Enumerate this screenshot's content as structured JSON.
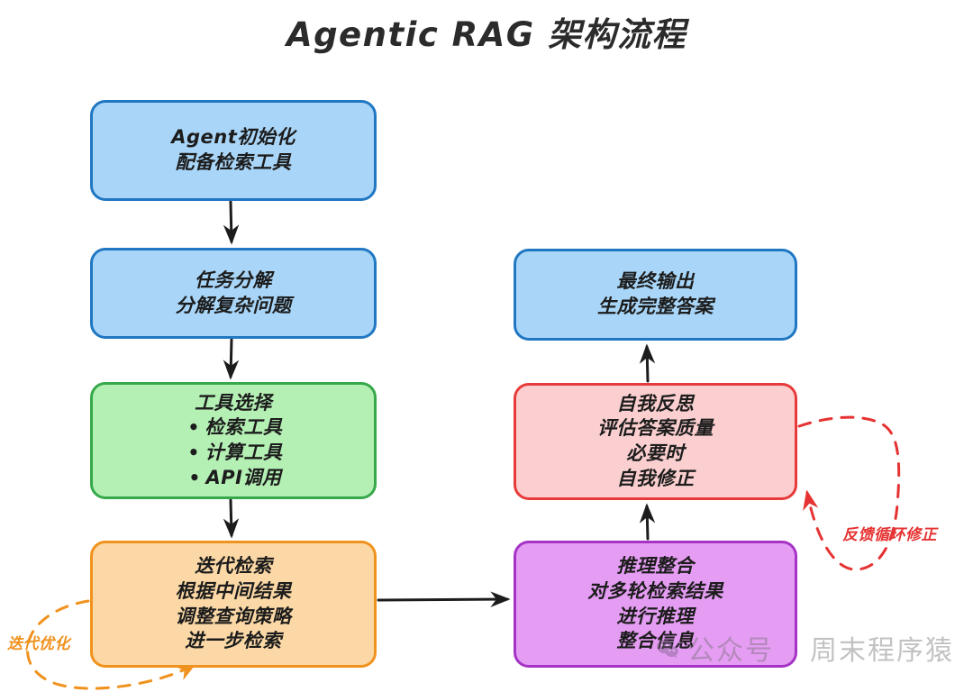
{
  "title": "Agentic RAG 架构流程",
  "nodes": {
    "agent_init": {
      "name": "Agent初始化",
      "lines": [
        "Agent初始化",
        "配备检索工具"
      ],
      "color": "#a9d6f8",
      "border": "#2077c2"
    },
    "task_decomp": {
      "name": "任务分解",
      "lines": [
        "任务分解",
        "分解复杂问题"
      ],
      "color": "#a9d6f8",
      "border": "#2077c2"
    },
    "tool_select": {
      "name": "工具选择",
      "heading": "工具选择",
      "bullets": [
        "检索工具",
        "计算工具",
        "API调用"
      ],
      "color": "#b4efb4",
      "border": "#36a94a"
    },
    "iter_retrieve": {
      "name": "迭代检索",
      "lines": [
        "迭代检索",
        "根据中间结果",
        "调整查询策略",
        "进一步检索"
      ],
      "color": "#fbd8a5",
      "border": "#f0921e"
    },
    "final_output": {
      "name": "最终输出",
      "lines": [
        "最终输出",
        "生成完整答案"
      ],
      "color": "#a9d6f8",
      "border": "#2077c2"
    },
    "self_reflect": {
      "name": "自我反思",
      "lines": [
        "自我反思",
        "评估答案质量",
        "必要时",
        "自我修正"
      ],
      "color": "#fbcfcf",
      "border": "#e73b3b"
    },
    "reason_merge": {
      "name": "推理整合",
      "lines": [
        "推理整合",
        "对多轮检索结果",
        "进行推理",
        "整合信息"
      ],
      "color": "#e59cf3",
      "border": "#a534c6"
    }
  },
  "edge_labels": {
    "feedback_loop": "反馈循环修正",
    "iterative_optimization": "迭代优化"
  },
  "watermark": {
    "prefix": "公众号",
    "account": "周末程序猿"
  },
  "colors": {
    "arrow": "#1c1c1c",
    "feedback_dash": "#e63232",
    "iteration_dash": "#f0921e",
    "background": "#ffffff"
  },
  "chart_data": {
    "type": "flowchart",
    "title": "Agentic RAG 架构流程",
    "nodes": [
      {
        "id": "agent_init",
        "label": "Agent初始化 / 配备检索工具",
        "column": "left",
        "fill": "#a9d6f8"
      },
      {
        "id": "task_decomp",
        "label": "任务分解 / 分解复杂问题",
        "column": "left",
        "fill": "#a9d6f8"
      },
      {
        "id": "tool_select",
        "label": "工具选择 / 检索工具 / 计算工具 / API调用",
        "column": "left",
        "fill": "#b4efb4"
      },
      {
        "id": "iter_retrieve",
        "label": "迭代检索 / 根据中间结果 / 调整查询策略 / 进一步检索",
        "column": "left",
        "fill": "#fbd8a5"
      },
      {
        "id": "reason_merge",
        "label": "推理整合 / 对多轮检索结果 / 进行推理 / 整合信息",
        "column": "right",
        "fill": "#e59cf3"
      },
      {
        "id": "self_reflect",
        "label": "自我反思 / 评估答案质量 / 必要时 / 自我修正",
        "column": "right",
        "fill": "#fbcfcf"
      },
      {
        "id": "final_output",
        "label": "最终输出 / 生成完整答案",
        "column": "right",
        "fill": "#a9d6f8"
      }
    ],
    "edges": [
      {
        "from": "agent_init",
        "to": "task_decomp",
        "style": "solid",
        "label": ""
      },
      {
        "from": "task_decomp",
        "to": "tool_select",
        "style": "solid",
        "label": ""
      },
      {
        "from": "tool_select",
        "to": "iter_retrieve",
        "style": "solid",
        "label": ""
      },
      {
        "from": "iter_retrieve",
        "to": "reason_merge",
        "style": "solid",
        "label": ""
      },
      {
        "from": "reason_merge",
        "to": "self_reflect",
        "style": "solid",
        "label": ""
      },
      {
        "from": "self_reflect",
        "to": "final_output",
        "style": "solid",
        "label": ""
      },
      {
        "from": "self_reflect",
        "to": "self_reflect",
        "style": "dashed",
        "label": "反馈循环修正",
        "color": "#e63232"
      },
      {
        "from": "iter_retrieve",
        "to": "iter_retrieve",
        "style": "dashed",
        "label": "迭代优化",
        "color": "#f0921e"
      }
    ]
  }
}
